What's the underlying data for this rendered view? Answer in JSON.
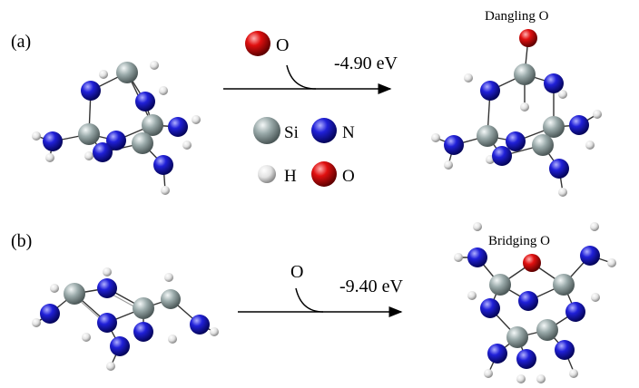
{
  "panels": {
    "a": {
      "label": "(a)",
      "reactant_atom": "O",
      "energy": "-4.90 eV",
      "product_label": "Dangling O"
    },
    "b": {
      "label": "(b)",
      "reactant_atom": "O",
      "energy": "-9.40 eV",
      "product_label": "Bridging O"
    }
  },
  "legend": {
    "si": "Si",
    "n": "N",
    "h": "H",
    "o": "O"
  },
  "colors": {
    "si": "#93a3a3",
    "n": "#1c1ccf",
    "h": "#e8e8e8",
    "o": "#e01010"
  }
}
